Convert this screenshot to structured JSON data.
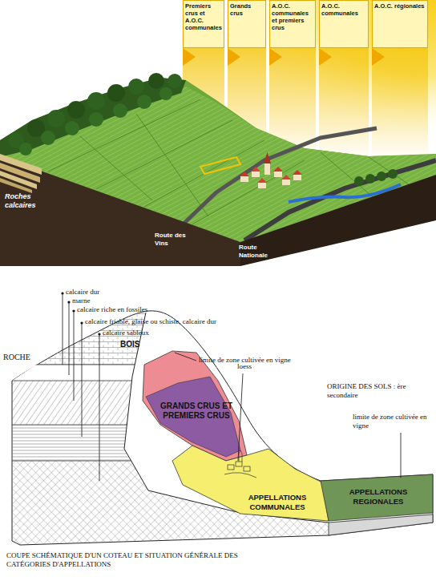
{
  "diagram": {
    "caption": "COUPE SCHÉMATIQUE D'UN COTEAU ET SITUATION GÉNÉRALE DES CATÉGORIES D'APPELLATIONS",
    "nodes": [
      {
        "text": [
          "Premiers crus et A.O.C. communales"
        ]
      },
      {
        "text": [
          "Grands crus"
        ]
      },
      {
        "text": [
          "A.O.C. communales et premiers crus"
        ]
      },
      {
        "text": [
          "A.O.C. communales"
        ]
      },
      {
        "text": [
          "A.O.C. régionales"
        ]
      },
      {
        "text": [
          "GRANDS CRUS ET PREMIERS CRUS"
        ]
      },
      {
        "text": [
          "APPELLATIONS COMMUNALES"
        ]
      },
      {
        "text": [
          "APPELLATIONS REGIONALES"
        ]
      }
    ],
    "labels": [
      "Roches calcaires",
      "Route des Vins",
      "Route Nationale",
      "calcaire dur",
      "marne",
      "calcaire riche en fossiles",
      "calcaire friable, glaise ou schiste, calcaire dur",
      "calcaire sableux",
      "ROCHE",
      "BOIS",
      "limite de zone cultivée en vigne",
      "loess",
      "ORIGINE DES SOLS : ère secondaire",
      "limite de zone cultivée en vigne"
    ]
  }
}
